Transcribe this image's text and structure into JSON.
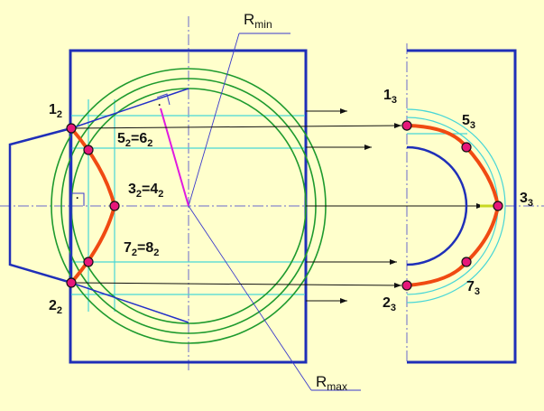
{
  "colors": {
    "background": "#FFFFCC",
    "frame": "#1F2FB8",
    "construction": "#47D6D6",
    "circles": "#1E9A2E",
    "curve": "#F04A12",
    "point_fill": "#E6187A",
    "magenta": "#E01AE0",
    "axis": "#6A6ACB",
    "thin_blue": "#3A3ACB",
    "arrow": "#111111"
  },
  "labels": {
    "r_min": "R",
    "r_min_sub": "min",
    "r_max": "R",
    "r_max_sub": "max",
    "p1_2": "1",
    "p1_2_sub": "2",
    "p2_2": "2",
    "p2_2_sub": "2",
    "p56_main": "5",
    "p56_sub1": "2",
    "p56_eq": "=6",
    "p56_sub2": "2",
    "p34_main": "3",
    "p34_sub1": "2",
    "p34_eq": "=4",
    "p34_sub2": "2",
    "p78_main": "7",
    "p78_sub1": "2",
    "p78_eq": "=8",
    "p78_sub2": "2",
    "p1_3": "1",
    "p1_3_sub": "3",
    "p5_3": "5",
    "p5_3_sub": "3",
    "p3_3": "3",
    "p3_3_sub": "3",
    "p7_3": "7",
    "p7_3_sub": "3",
    "p2_3": "2",
    "p2_3_sub": "3",
    "right_angle_dot_1": "·",
    "right_angle_dot_2": "·"
  }
}
